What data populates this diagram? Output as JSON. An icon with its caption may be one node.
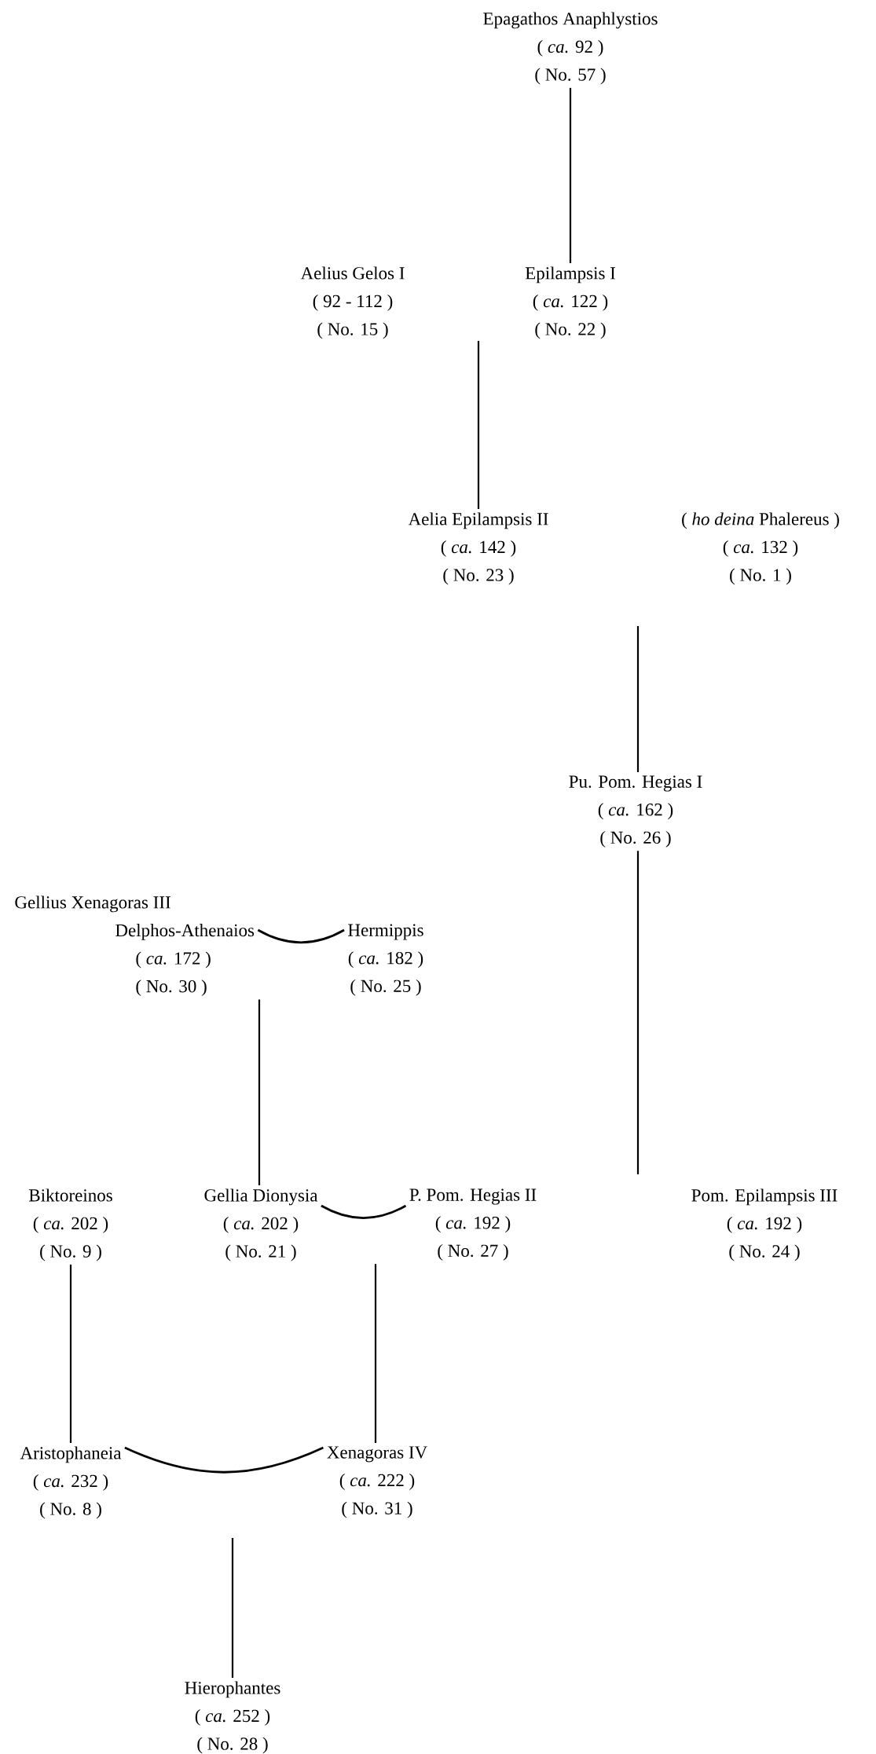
{
  "diagram": {
    "nodes": [
      {
        "text": [
          "Epagathos Anaphlystios",
          "( *ca.* 92 )",
          "( No. 57 )"
        ]
      },
      {
        "text": [
          "Aelius Gelos I",
          "( 92 - 112 )",
          "( No. 15 )"
        ]
      },
      {
        "text": [
          "Epilampsis I",
          "( *ca.* 122 )",
          "( No. 22 )"
        ]
      },
      {
        "text": [
          "Aelia Epilampsis II",
          "( *ca.* 142 )",
          "( No. 23 )"
        ]
      },
      {
        "text": [
          "( *ho deina* Phalereus )",
          "( *ca.* 132 )",
          "( No. 1 )"
        ]
      },
      {
        "text": [
          "Pu. Pom. Hegias I",
          "( *ca.* 162 )",
          "( No. 26 )"
        ]
      },
      {
        "text": [
          "Gellius Xenagoras III",
          "Delphos-Athenaios",
          "( *ca.* 172 )",
          "( No. 30 )"
        ]
      },
      {
        "text": [
          "Hermippis",
          "( *ca.* 182 )",
          "( No. 25 )"
        ]
      },
      {
        "text": [
          "Biktoreinos",
          "( *ca.* 202 )",
          "( No. 9 )"
        ]
      },
      {
        "text": [
          "Gellia Dionysia",
          "( *ca.* 202 )",
          "( No. 21 )"
        ]
      },
      {
        "text": [
          "P. Pom. Hegias II",
          "( *ca.* 192 )",
          "( No. 27 )"
        ]
      },
      {
        "text": [
          "Pom. Epilampsis III",
          "( *ca.* 192 )",
          "( No. 24 )"
        ]
      },
      {
        "text": [
          "Aristophaneia",
          "( *ca.* 232 )",
          "( No. 8 )"
        ]
      },
      {
        "text": [
          "Xenagoras IV",
          "( *ca.* 222 )",
          "( No. 31 )"
        ]
      },
      {
        "text": [
          "Hierophantes",
          "( *ca.* 252 )",
          "( No. 28 )"
        ]
      }
    ],
    "edges": [
      {
        "from": 0,
        "to": 2,
        "arrow": "none"
      },
      {
        "from": null,
        "to": 3,
        "arrow": "none"
      },
      {
        "from": null,
        "to": 5,
        "arrow": "none"
      },
      {
        "from": 5,
        "to": null,
        "arrow": "none"
      },
      {
        "from": 6,
        "to": 7,
        "arrow": "none"
      },
      {
        "from": 6,
        "to": 9,
        "arrow": "none"
      },
      {
        "from": 8,
        "to": 12,
        "arrow": "none"
      },
      {
        "from": 9,
        "to": 10,
        "arrow": "none"
      },
      {
        "from": 10,
        "to": 13,
        "arrow": "none"
      },
      {
        "from": 12,
        "to": 13,
        "arrow": "none"
      },
      {
        "from": null,
        "to": 14,
        "arrow": "none"
      }
    ]
  }
}
